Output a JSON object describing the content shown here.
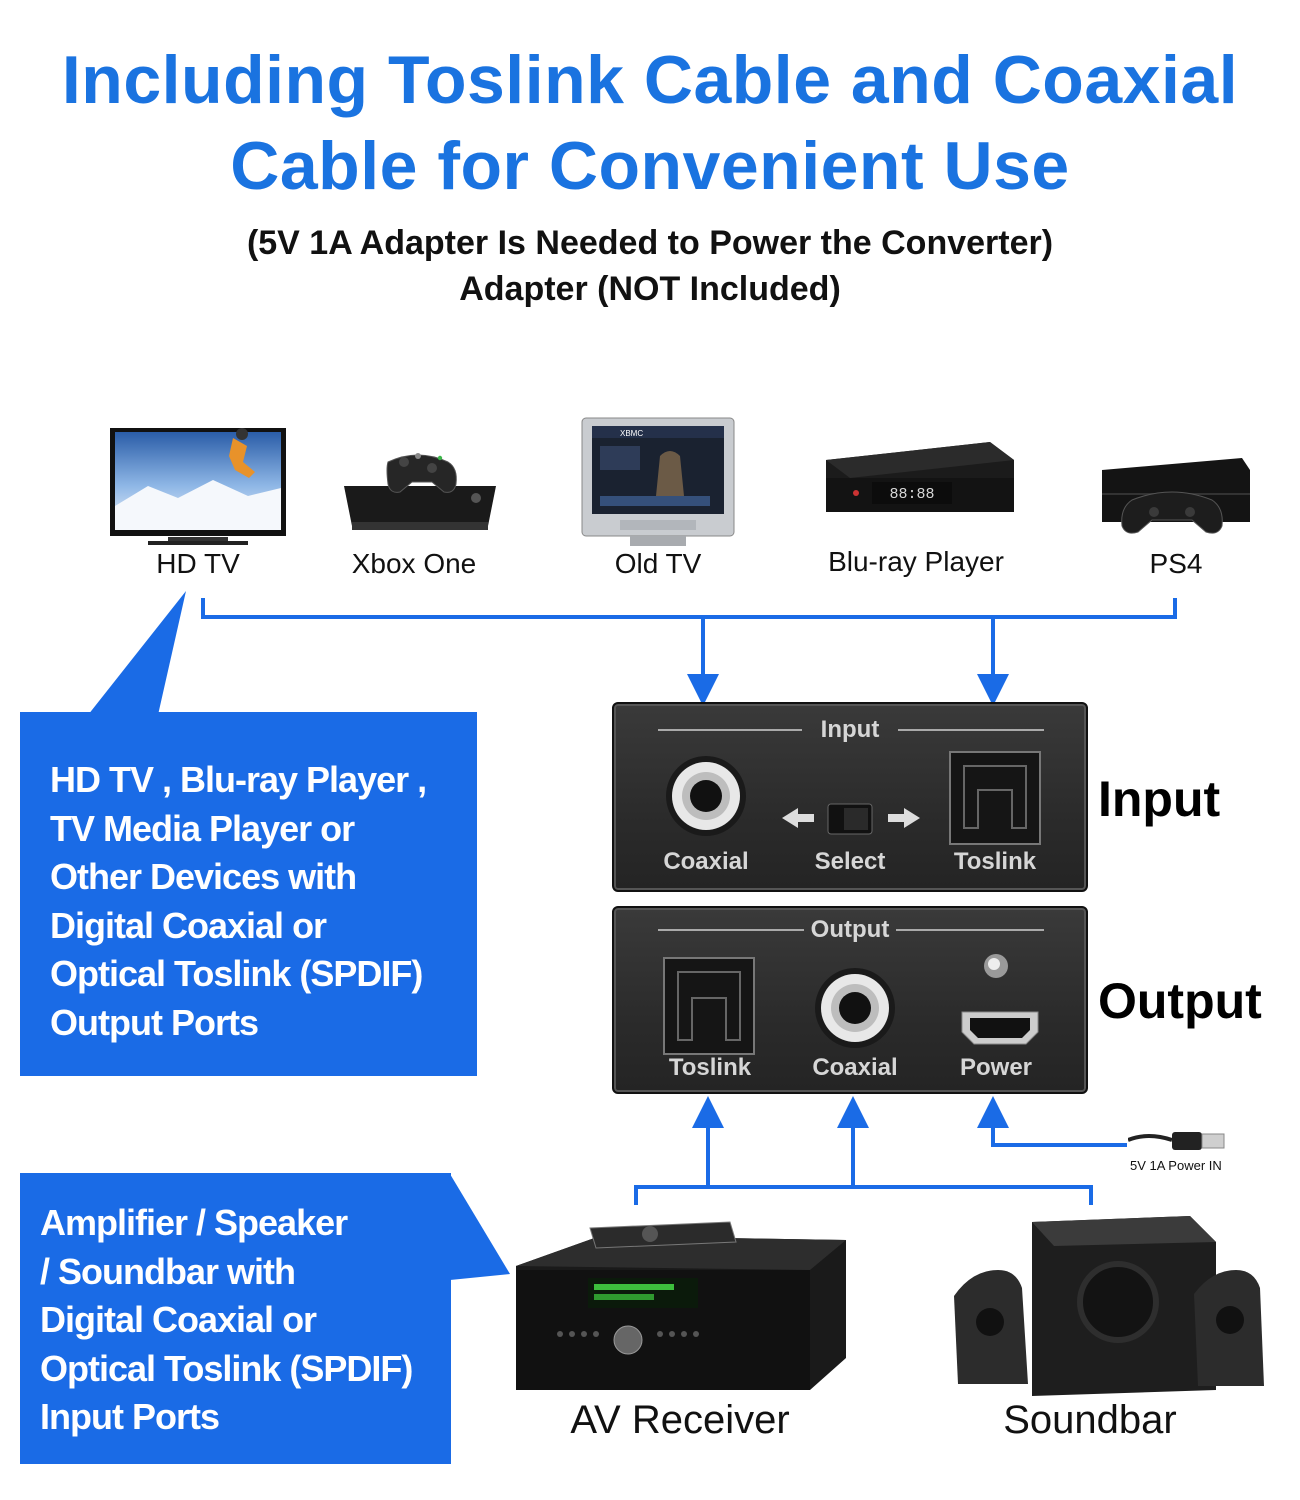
{
  "header": {
    "title_line1": "Including Toslink Cable and Coaxial",
    "title_line2": "Cable for Convenient Use",
    "subtitle_line1": "(5V 1A Adapter Is Needed to Power the Converter)",
    "subtitle_line2": "Adapter (NOT Included)"
  },
  "devices": {
    "hdtv": "HD TV",
    "xbox": "Xbox One",
    "oldtv": "Old TV",
    "bluray": "Blu-ray Player",
    "ps4": "PS4",
    "bluray_display": "88:88",
    "oldtv_screen": "XBMC"
  },
  "callout_top": {
    "lines": [
      "HD TV , Blu-ray Player ,",
      "TV Media Player or",
      "Other Devices with",
      "Digital Coaxial or",
      "Optical Toslink (SPDIF)",
      "Output Ports"
    ]
  },
  "callout_bottom": {
    "lines": [
      "Amplifier / Speaker",
      "/ Soundbar with",
      "Digital Coaxial or",
      "Optical Toslink (SPDIF)",
      "Input Ports"
    ]
  },
  "input_panel": {
    "header": "Input",
    "coaxial": "Coaxial",
    "select": "Select",
    "toslink": "Toslink",
    "side_label": "Input"
  },
  "output_panel": {
    "header": "Output",
    "toslink": "Toslink",
    "coaxial": "Coaxial",
    "power": "Power",
    "side_label": "Output"
  },
  "power_note": "5V 1A Power IN",
  "receivers": {
    "av": "AV Receiver",
    "soundbar": "Soundbar"
  },
  "colors": {
    "accent_blue": "#1a73e0",
    "callout_blue": "#1a6be6",
    "panel_dark": "#2e2e2e"
  }
}
